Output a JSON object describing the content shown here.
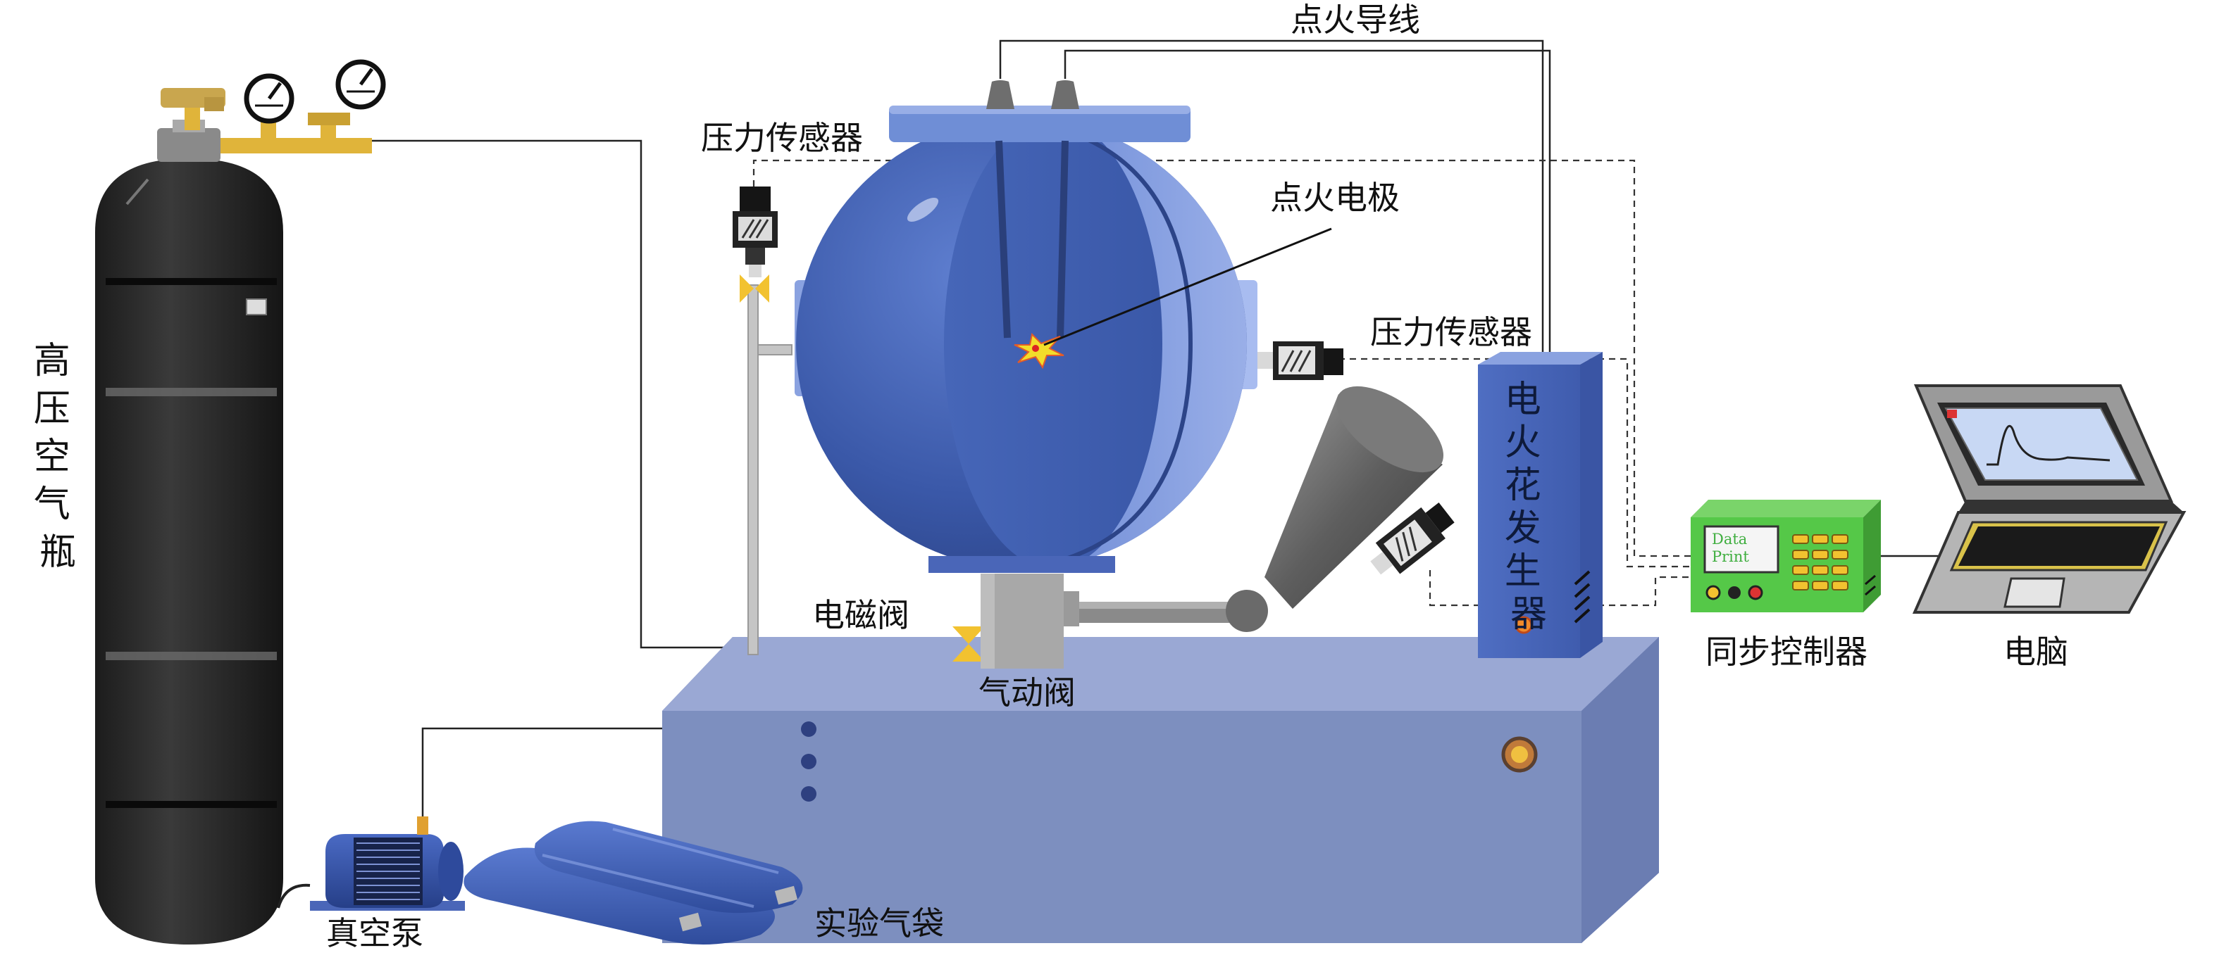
{
  "labels": {
    "ignition_wire": "点火导线",
    "pressure_sensor_top": "压力传感器",
    "ignition_electrode": "点火电极",
    "pressure_sensor_right": "压力传感器",
    "cylinder": [
      "高",
      "压",
      "空",
      "气",
      "瓶"
    ],
    "spark_generator": [
      "电",
      "火",
      "花",
      "发",
      "生",
      "器"
    ],
    "solenoid_valve": "电磁阀",
    "pneumatic_valve": "气动阀",
    "sync_controller": "同步控制器",
    "computer": "电脑",
    "vacuum_pump": "真空泵",
    "gas_bags": "实验气袋"
  },
  "controller_screen": [
    "Data",
    "Print"
  ],
  "colors": {
    "sphere": "#3f5fb0",
    "flange": "#6f8ed6",
    "table": "#7d8fbf",
    "cylinder": "#2b2b2b",
    "brass": "#e0b43a",
    "controller": "#55c848"
  }
}
